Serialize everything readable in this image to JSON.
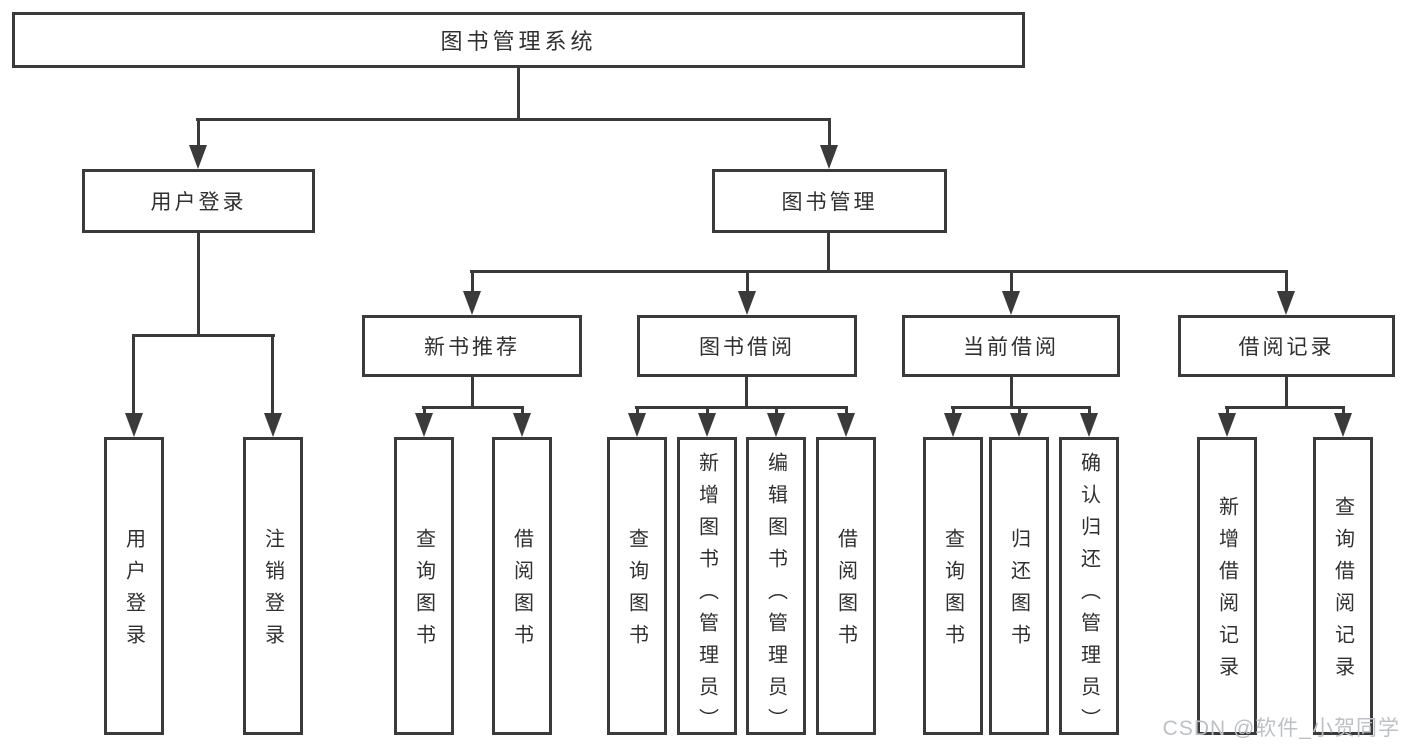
{
  "theme": {
    "line": "#3a3a3a",
    "text": "#303030",
    "wm": "#bdc1c5",
    "bg": "#ffffff"
  },
  "tree": {
    "root": {
      "label": "图书管理系统"
    },
    "branches": [
      {
        "label": "用户登录",
        "children": [
          {
            "label": "用户登录"
          },
          {
            "label": "注销登录"
          }
        ]
      },
      {
        "label": "图书管理",
        "groups": [
          {
            "label": "新书推荐",
            "children": [
              {
                "label": "查询图书"
              },
              {
                "label": "借阅图书"
              }
            ]
          },
          {
            "label": "图书借阅",
            "children": [
              {
                "label": "查询图书"
              },
              {
                "label": "新增图书（管理员）"
              },
              {
                "label": "编辑图书（管理员）"
              },
              {
                "label": "借阅图书"
              }
            ]
          },
          {
            "label": "当前借阅",
            "children": [
              {
                "label": "查询图书"
              },
              {
                "label": "归还图书"
              },
              {
                "label": "确认归还（管理员）"
              }
            ]
          },
          {
            "label": "借阅记录",
            "children": [
              {
                "label": "新增借阅记录"
              },
              {
                "label": "查询借阅记录"
              }
            ]
          }
        ]
      }
    ]
  },
  "watermark": {
    "text": "CSDN @软件_小贺同学"
  }
}
